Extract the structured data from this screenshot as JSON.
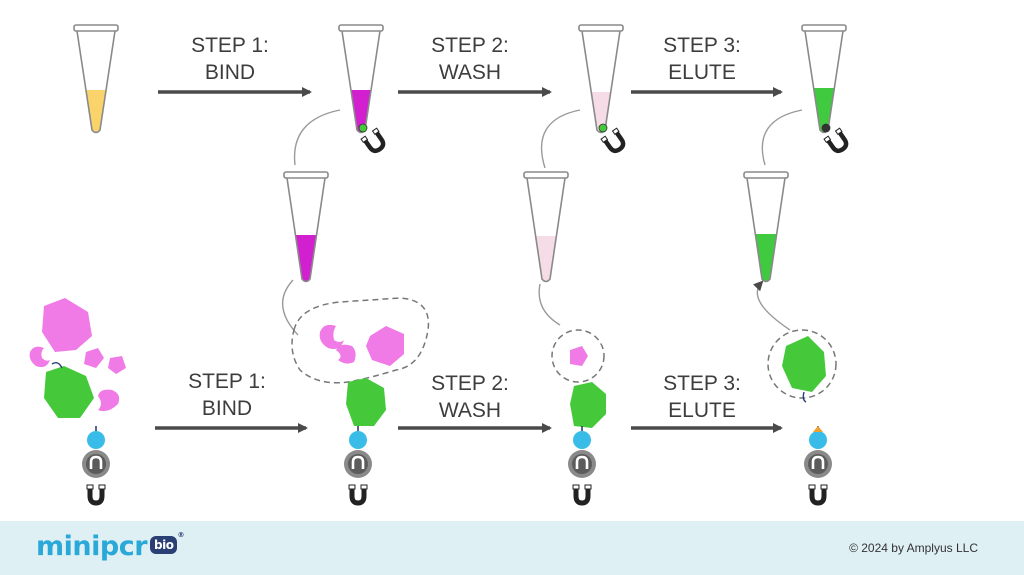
{
  "steps": {
    "top": [
      {
        "line1": "STEP 1:",
        "line2": "BIND"
      },
      {
        "line1": "STEP 2:",
        "line2": "WASH"
      },
      {
        "line1": "STEP 3:",
        "line2": "ELUTE"
      }
    ],
    "bottom": [
      {
        "line1": "STEP 1:",
        "line2": "BIND"
      },
      {
        "line1": "STEP 2:",
        "line2": "WASH"
      },
      {
        "line1": "STEP 3:",
        "line2": "ELUTE"
      }
    ]
  },
  "colors": {
    "yellow": "#fbd36b",
    "magenta": "#d21fd0",
    "pale_pink": "#f6dce6",
    "green": "#3fca3f",
    "blob_pink": "#f07ae6",
    "blob_green": "#45c93a",
    "bead_blue": "#39bde8",
    "magnet_gray": "#7a7a7a",
    "arrow": "#4a4a4a"
  },
  "footer": {
    "brand": "minipcr",
    "brand_badge": "bio",
    "brand_reg": "®",
    "copyright": "© 2024 by Amplyus LLC"
  }
}
